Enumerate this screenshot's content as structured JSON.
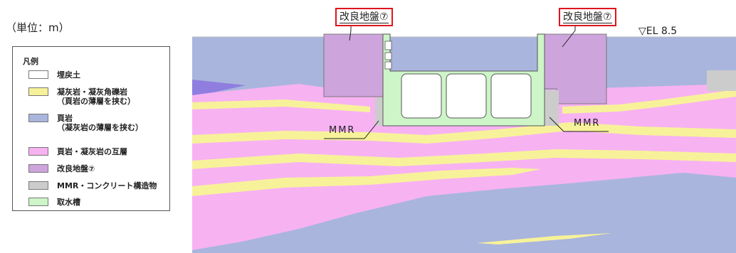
{
  "unit_label": "（単位：m）",
  "legend": {
    "title": "凡例",
    "items": [
      {
        "label": "埋戻土",
        "color": "#ffffff"
      },
      {
        "label": "凝灰岩・凝灰角礫岩\n（頁岩の薄層を挟む）",
        "color": "#f7f29a"
      },
      {
        "label": "頁岩\n（凝灰岩の薄層を挟む）",
        "color": "#a9b5dd"
      },
      {
        "label": "頁岩・凝灰岩の互層",
        "color": "#f7b2f2"
      },
      {
        "label": "改良地盤⑦",
        "color": "#cda5dc"
      },
      {
        "label": "MMR・コンクリート構造物",
        "color": "#cccccc"
      },
      {
        "label": "取水槽",
        "color": "#cdf5c8"
      }
    ]
  },
  "section": {
    "improved_ground_left_label": "改良地盤⑦",
    "improved_ground_right_label": "改良地盤⑦",
    "elevation_label": "▽EL 8.5",
    "mmr_left_label": "MMR",
    "mmr_right_label": "MMR"
  },
  "colors": {
    "shale_tuff_alternation": "#f7b2f2",
    "tuff": "#f7f29a",
    "shale": "#a9b5dd",
    "improved_ground": "#cda5dc",
    "mmr_concrete": "#cccccc",
    "intake_tank": "#cdf5c8",
    "highlight_border": "#e0141e"
  }
}
